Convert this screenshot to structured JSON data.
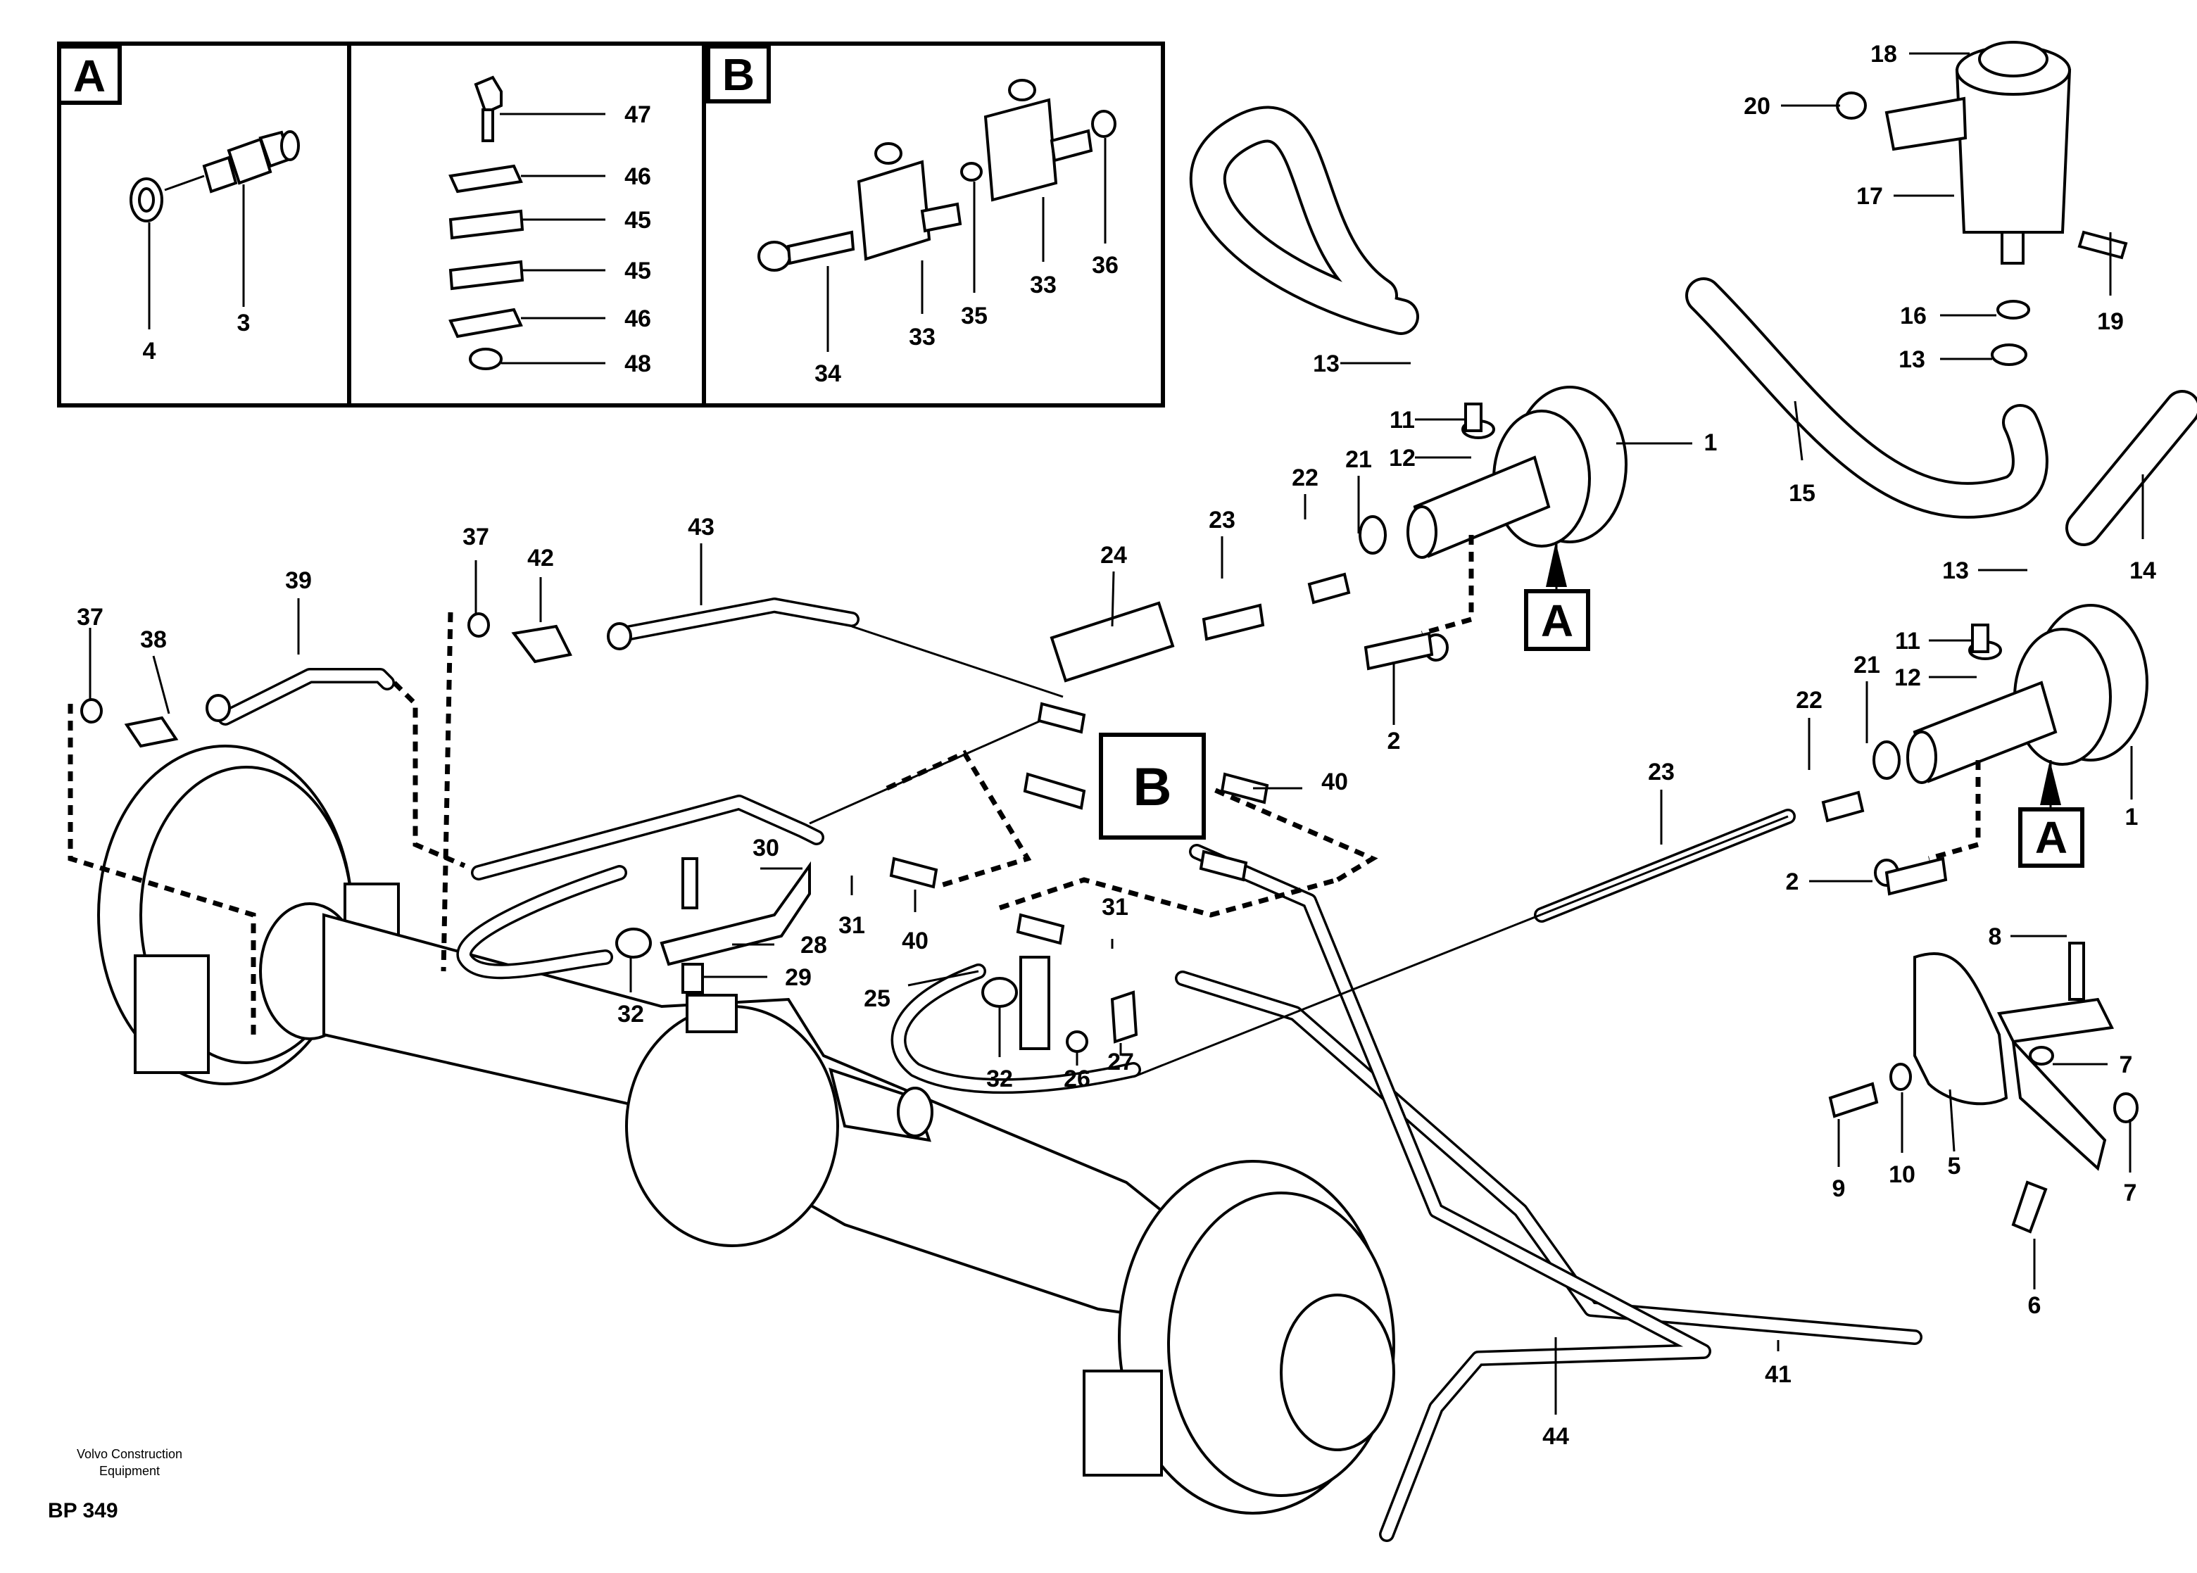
{
  "inset_A": {
    "letter": "A",
    "labels": [
      "4",
      "3"
    ]
  },
  "inset_clamp": {
    "labels": [
      "47",
      "46",
      "45",
      "45",
      "46",
      "48"
    ]
  },
  "inset_B": {
    "letter": "B",
    "labels": [
      "34",
      "33",
      "35",
      "33",
      "36"
    ]
  },
  "callouts": {
    "A_upper": "A",
    "A_lower": "A",
    "B_main": "B"
  },
  "part_labels": {
    "p1a": "1",
    "p1b": "1",
    "p2a": "2",
    "p2b": "2",
    "p5": "5",
    "p6": "6",
    "p7a": "7",
    "p7b": "7",
    "p8": "8",
    "p9": "9",
    "p10": "10",
    "p11a": "11",
    "p11b": "11",
    "p12a": "12",
    "p12b": "12",
    "p13a": "13",
    "p13b": "13",
    "p13c": "13",
    "p14": "14",
    "p15": "15",
    "p16": "16",
    "p17": "17",
    "p18": "18",
    "p19": "19",
    "p20": "20",
    "p21a": "21",
    "p21b": "21",
    "p22a": "22",
    "p22b": "22",
    "p23a": "23",
    "p23b": "23",
    "p24": "24",
    "p25": "25",
    "p26": "26",
    "p27": "27",
    "p28": "28",
    "p29": "29",
    "p30": "30",
    "p31a": "31",
    "p31b": "31",
    "p32a": "32",
    "p32b": "32",
    "p37a": "37",
    "p37b": "37",
    "p38": "38",
    "p39": "39",
    "p40a": "40",
    "p40b": "40",
    "p41": "41",
    "p42": "42",
    "p43": "43",
    "p44": "44"
  },
  "footer": {
    "brand_line1": "Volvo Construction",
    "brand_line2": "Equipment",
    "code": "BP 349"
  }
}
